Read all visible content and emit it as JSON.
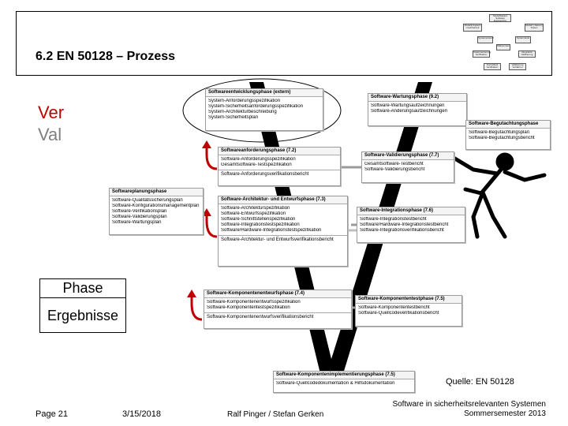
{
  "slide": {
    "title": "6.2 EN 50128 – Prozess",
    "left_labels": {
      "line1": "Ver",
      "line2": "Val"
    },
    "legend": {
      "phase": "Phase",
      "results": "Ergebnisse"
    },
    "source": "Quelle: EN 50128",
    "colors": {
      "ver": "#c00000",
      "val": "#7f7f7f",
      "arrow": "#c00000"
    }
  },
  "thumbnail": {
    "top": "Modellbasiert Software Engineering",
    "left": "Modell(-basiert) Unsicherheit",
    "right": "Modell (-basiert) Testen",
    "mid_left": "Systementwurf",
    "mid_right": "Systemtests",
    "center": "Wilkommen",
    "low_left": "Implementierung Verifikation",
    "low_right": "Integration Validierung",
    "bottom_left": "Korrektheit Verifikation",
    "bottom_right": "Validierung Verfahren"
  },
  "phases": {
    "development": {
      "title": "Softwareentwicklungsphase (extern)",
      "items": [
        "System-Anforderungsspezifikation",
        "System-Sicherheitsanforderungsspezifikation",
        "System-Architekturbeschreibung",
        "System-Sicherheitsplan"
      ]
    },
    "requirements": {
      "title": "Softwareanforderungsphase (7.2)",
      "items": [
        "Software-Anforderungsspezifikation",
        "Gesamtsoftware-Testspezifikation"
      ],
      "verification": "Software-Anforderungsverifikationsbericht"
    },
    "planning": {
      "title": "Softwareplanungsphase",
      "items": [
        "Software-Qualitätssicherungsplan",
        "Software-Konfigurationsmanagementplan",
        "Software-Verifikationsplan",
        "Software-Validierungsplan",
        "Software-Wartungsplan"
      ]
    },
    "architecture": {
      "title": "Software-Architektur- und Entwurfsphase (7.3)",
      "items": [
        "Software-Architekturspezifikation",
        "Software-Entwurfsspezifikation",
        "Software-Schnittstellenspezifikation",
        "Software-Integrationstestspezifikation",
        "Software/Hardware-Integrationstestspezifikation"
      ],
      "verification": "Software-Architektur- und Entwurfsverifikationsbericht"
    },
    "component_design": {
      "title": "Software-Komponentenentwurfsphase (7.4)",
      "items": [
        "Software-Komponentenentwurfsspezifikation",
        "Software-Komponententestspezifikation"
      ],
      "verification": "Software-Komponentenentwurfsverifikationsbericht"
    },
    "implementation": {
      "title": "Software-Komponentenimplementierungsphase (7.5)",
      "items": [
        "Software-Quellcodedokumentation & Hilfsdokumentation"
      ]
    },
    "maintenance": {
      "title": "Software-Wartungsphase (9.2)",
      "items": [
        "Software-Wartungsaufzeichnungen",
        "Software-Änderungsaufzeichnungen"
      ]
    },
    "assessment": {
      "title": "Software-Begutachtungsphase",
      "items": [
        "Software-Begutachtungsplan",
        "Software-Begutachtungsbericht"
      ]
    },
    "validation": {
      "title": "Software-Validierungsphase (7.7)",
      "items": [
        "Gesamtsoftware-Testbericht",
        "Software-Validierungsbericht"
      ]
    },
    "integration": {
      "title": "Software-Integrationsphase (7.6)",
      "items": [
        "Software-Integrationstestbericht",
        "Software/Hardware-Integrationstestbericht",
        "Software-Integrationsverifikationsbericht"
      ]
    },
    "component_test": {
      "title": "Software-Komponententestphase (7.5)",
      "items": [
        "Software-Komponententestbericht",
        "Software-Quellcodeverifikationsbericht"
      ]
    }
  },
  "footer": {
    "page": "Page 21",
    "date": "3/15/2018",
    "authors": "Ralf Pinger / Stefan Gerken",
    "course_line1": "Software in sicherheitsrelevanten Systemen",
    "course_line2": "Sommersemester 2013"
  }
}
